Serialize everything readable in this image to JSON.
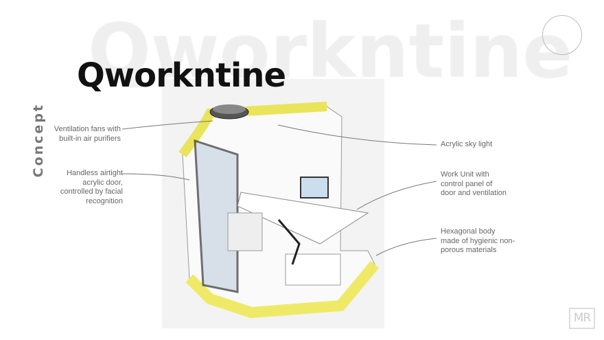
{
  "slide": {
    "title": "Qworkntine",
    "watermark": "Qworkntine",
    "section": "Concept",
    "logo": "MR"
  },
  "callouts": [
    {
      "text": "Ventilation fans with built-in air purifiers"
    },
    {
      "text": "Handless airtight acrylic door, controlled by facial recognition"
    },
    {
      "text": "Acrylic sky light"
    },
    {
      "text": "Work Unit with control panel of door and ventilation"
    },
    {
      "text": "Hexagonal body made of hygienic non-porous materials"
    }
  ],
  "colors": {
    "accent": "#f2ee6a",
    "text": "#666666"
  }
}
